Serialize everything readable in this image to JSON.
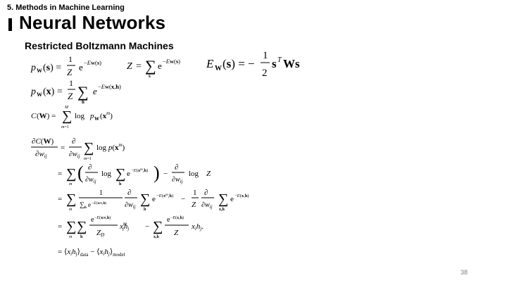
{
  "header": {
    "section": "5. Methods in Machine Learning",
    "title": "Neural Networks",
    "subtitle": "Restricted Boltzmann Machines"
  },
  "equations": {
    "eq1": "pW(s) = (1/Z) e^(−EW(s))",
    "eq2": "Z = Σs e^(−EW(s))",
    "eq3": "EW(s) = −(1/2) sᵀ W s",
    "eq4": "pW(x) = (1/Z) Σh e^(−EW(x,h))",
    "eq5": "C(W) = Σ_{m=1}^{M} log pW(x^m)",
    "eq6": "∂C(W)/∂wij = ∂/∂wij Σ_{m=1} log p(x^m)",
    "eq7": "= Σm ( ∂/∂wij log Σh e^(−E(x^m,h)) ) − ∂/∂wij log Z",
    "eq8": "= Σm 1/(Σh e^(−E(x^m,h))) ∂/∂wij Σh e^(−E(x^m,h)) − (1/Z) ∂/∂wij Σx,h e^(−E(x,h))",
    "eq9": "= Σm Σh (e^(−E(x^m,h)) / ZD) xi^m hj − Σx,h (e^(−E(x,h)) / Z) xi hj",
    "eq10": "= ⟨xi hj⟩data − ⟨xi hj⟩model"
  },
  "footer": {
    "page_number": "38"
  }
}
